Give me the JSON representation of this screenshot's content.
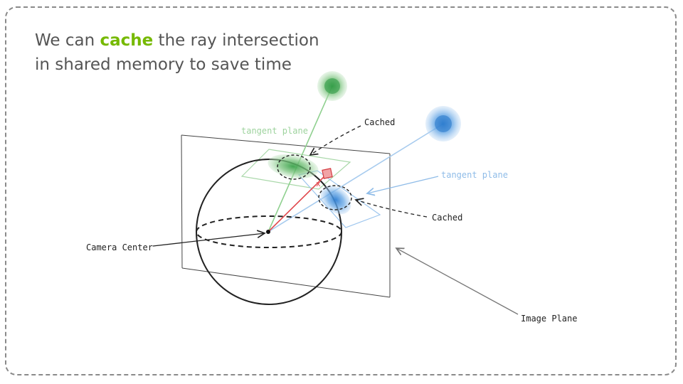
{
  "headline": {
    "before": "We can ",
    "highlight": "cache",
    "after": " the ray intersection in shared memory to save time"
  },
  "labels": {
    "cached_top": "Cached",
    "cached_right": "Cached",
    "tangent_plane_green": "tangent plane",
    "tangent_plane_blue": "tangent plane",
    "camera_center": "Camera Center",
    "image_plane": "Image Plane"
  },
  "colors": {
    "accent": "#76b900",
    "green": "#7cc47f",
    "blue": "#4a90d9",
    "red": "#e0474c",
    "ink": "#222222"
  }
}
